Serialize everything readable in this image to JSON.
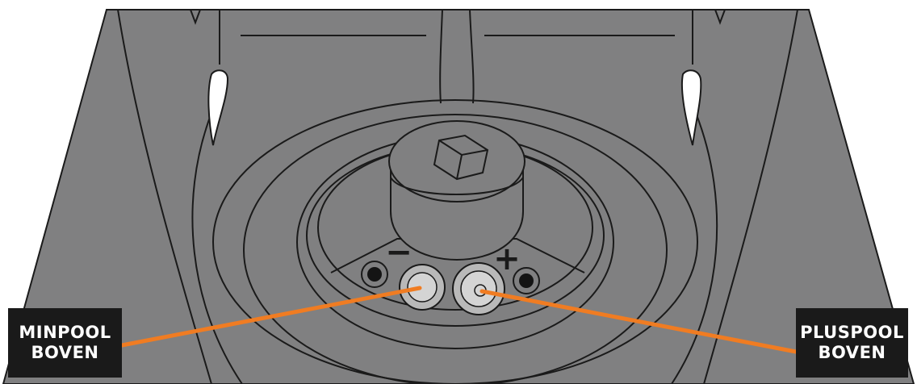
{
  "labels": {
    "min_callout": {
      "line1": "MINPOOL",
      "line2": "BOVEN"
    },
    "plus_callout": {
      "line1": "PLUSPOOL",
      "line2": "BOVEN"
    },
    "minus_sign": "−",
    "plus_sign": "+"
  },
  "colors": {
    "body": "#808081",
    "outline": "#1a1a1a",
    "leader": "#f07c22",
    "label_bg": "#1a1a1a",
    "label_text": "#ffffff",
    "terminal_outer": "#b9b9b9",
    "terminal_inner": "#d4d4d4",
    "socket": "#141414",
    "slot": "#ffffff"
  },
  "icons": [
    "hex-socket-icon",
    "minus-terminal",
    "plus-terminal"
  ]
}
